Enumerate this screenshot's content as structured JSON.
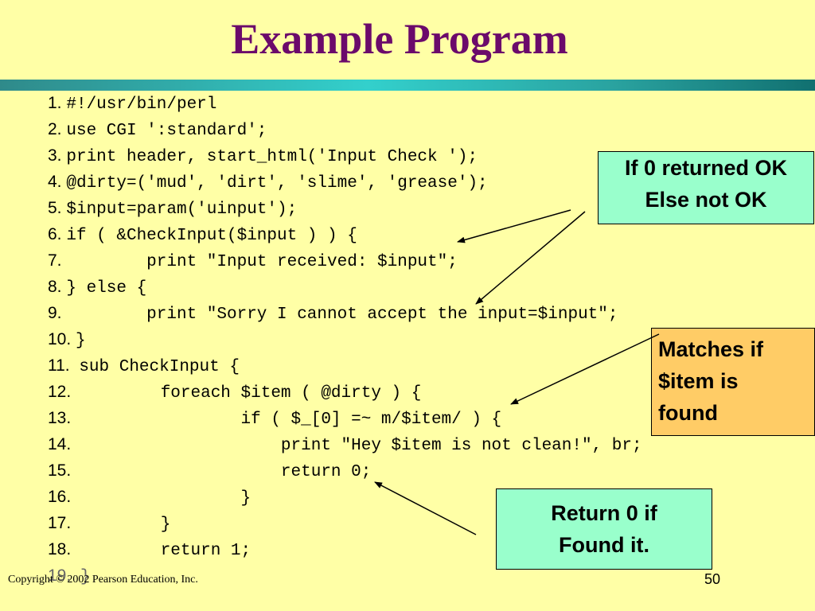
{
  "slide": {
    "title": "Example Program",
    "footer_copyright": "Copyright © 2002 Pearson Education, Inc.",
    "page_number": "50"
  },
  "code_lines": [
    {
      "num": "1.",
      "text": "#!/usr/bin/perl"
    },
    {
      "num": "2.",
      "text": "use CGI ':standard';"
    },
    {
      "num": "3.",
      "text": "print header, start_html('Input Check ');"
    },
    {
      "num": "4.",
      "text": "@dirty=('mud', 'dirt', 'slime', 'grease');"
    },
    {
      "num": "5.",
      "text": "$input=param('uinput');"
    },
    {
      "num": "6.",
      "text": "if ( &CheckInput($input ) ) {"
    },
    {
      "num": "7.",
      "text": "        print \"Input received: $input\";"
    },
    {
      "num": "8.",
      "text": "} else {"
    },
    {
      "num": "9.",
      "text": "        print \"Sorry I cannot accept the input=$input\";"
    },
    {
      "num": "10.",
      "text": "}"
    },
    {
      "num": "11.",
      "text": "sub CheckInput {"
    },
    {
      "num": "12.",
      "text": "        foreach $item ( @dirty ) {"
    },
    {
      "num": "13.",
      "text": "                if ( $_[0] =~ m/$item/ ) {"
    },
    {
      "num": "14.",
      "text": "                    print \"Hey $item is not clean!\", br;"
    },
    {
      "num": "15.",
      "text": "                    return 0;"
    },
    {
      "num": "16.",
      "text": "                }"
    },
    {
      "num": "17.",
      "text": "        }"
    },
    {
      "num": "18.",
      "text": "        return 1;"
    },
    {
      "num": "19.",
      "text": "}"
    }
  ],
  "callouts": {
    "if_zero": [
      "If 0 returned OK",
      "Else not OK"
    ],
    "matches": [
      "Matches if",
      "$item is",
      "found"
    ],
    "return_zero": [
      "Return 0 if",
      "Found it."
    ]
  },
  "colors": {
    "background": "#ffffa6",
    "title": "#6b0a6b",
    "callout_green": "#99ffcc",
    "callout_orange": "#ffcc66"
  }
}
